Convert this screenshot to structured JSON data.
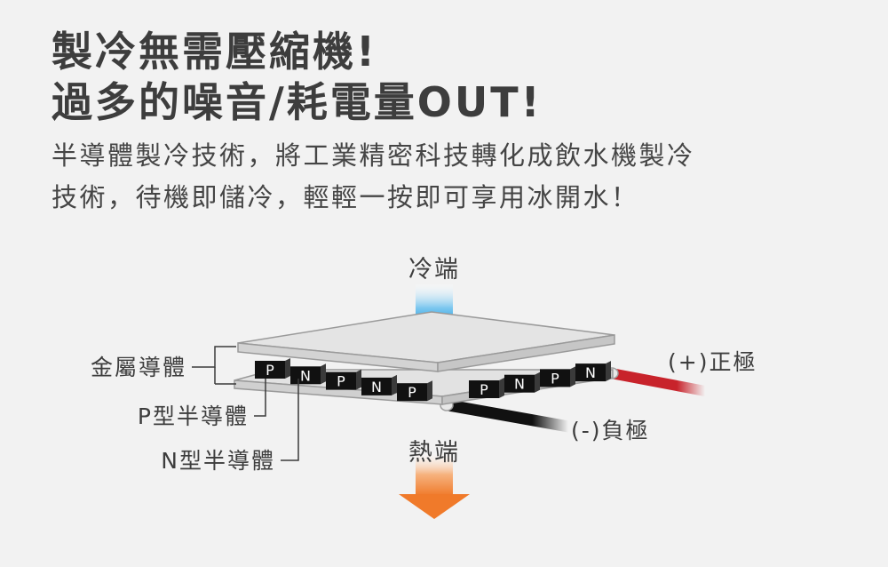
{
  "headline": {
    "line1": "製冷無需壓縮機!",
    "line2": "過多的噪音/耗電量OUT!"
  },
  "description": {
    "line1": "半導體製冷技術，將工業精密科技轉化成飲水機製冷",
    "line2": "技術，待機即儲冷，輕輕一按即可享用冰開水！"
  },
  "diagram": {
    "cold_label": "冷端",
    "hot_label": "熱端",
    "metal_label": "金屬導體",
    "p_label": "P型半導體",
    "n_label": "N型半導體",
    "positive_label": "(+)正極",
    "negative_label": "(-)負極",
    "pellets_row_left": [
      "P",
      "N",
      "P",
      "N",
      "P"
    ],
    "pellets_row_right": [
      "P",
      "N",
      "P",
      "N"
    ],
    "colors": {
      "cold_arrow": "#1e9be0",
      "hot_arrow": "#f07a2a",
      "wire_positive": "#c8232b",
      "wire_negative": "#111111",
      "plate": "#d9d9d9"
    }
  }
}
